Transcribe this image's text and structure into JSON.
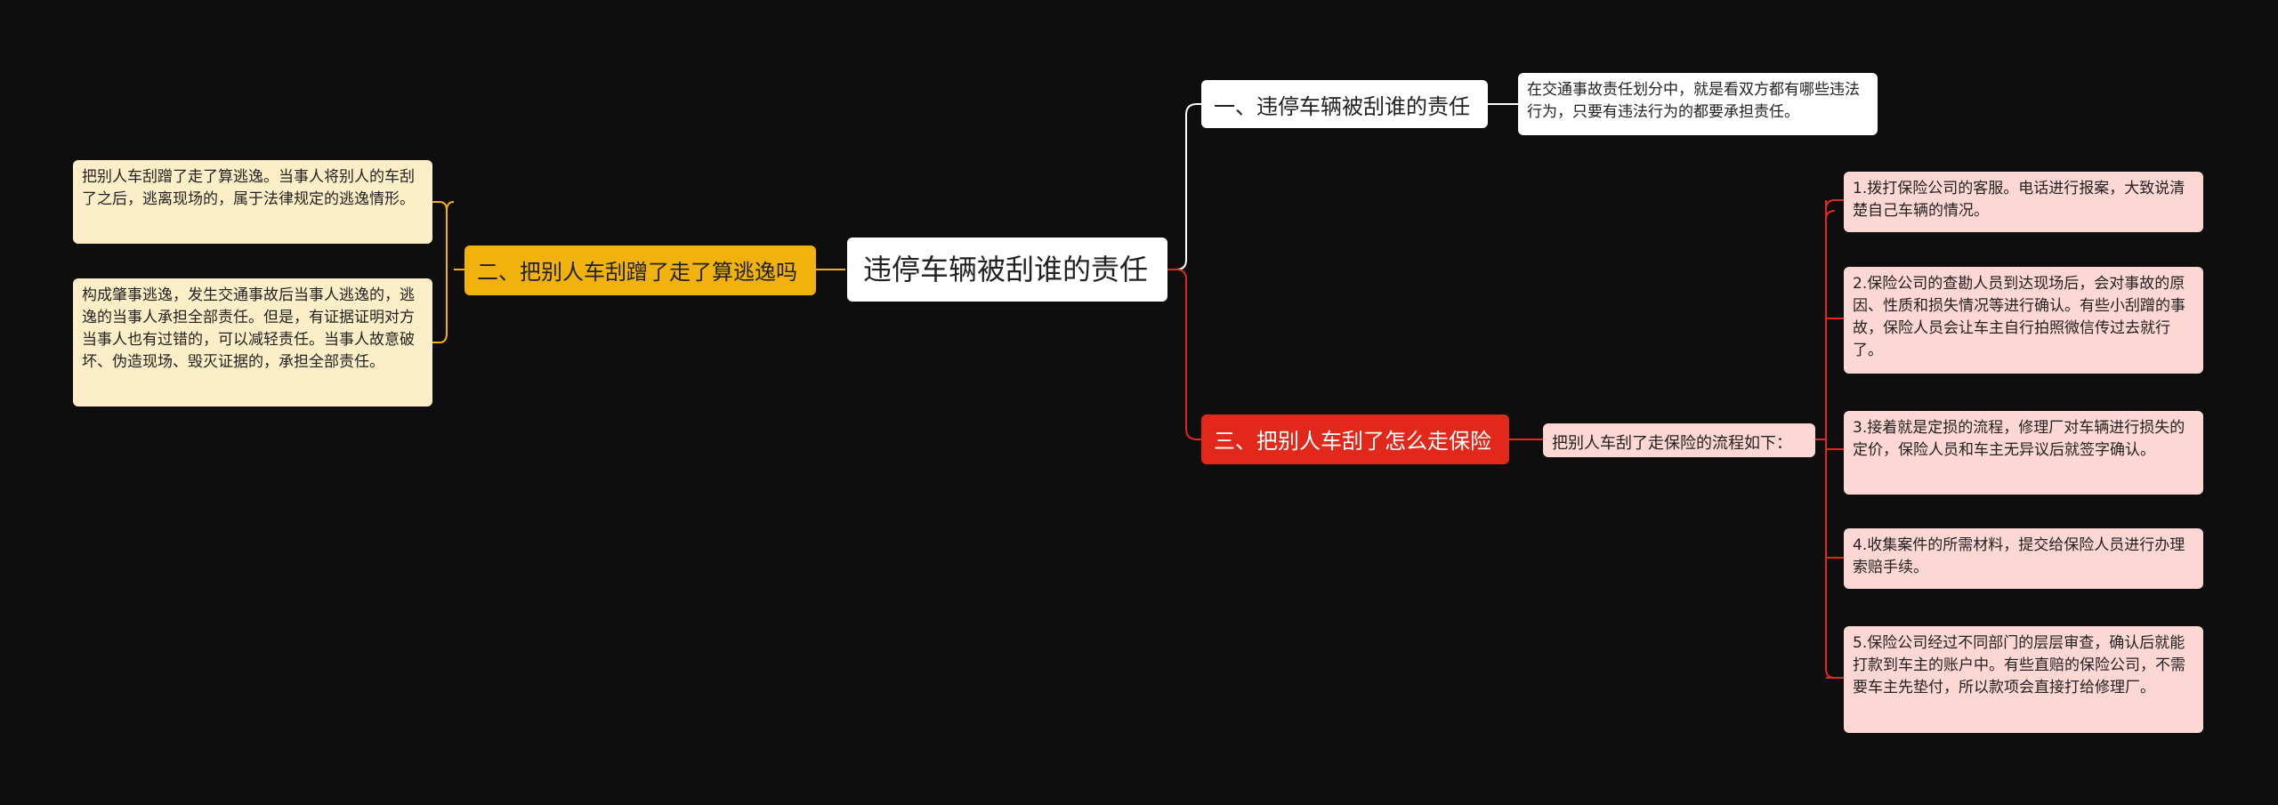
{
  "colors": {
    "background": "#0e0e0e",
    "branch_white": "#ffffff",
    "branch_yellow": "#f1b20e",
    "branch_red": "#e1281b",
    "leaf_yellow": "#fcefc8",
    "leaf_pink": "#fcd7d4",
    "link_white": "#ffffff",
    "link_yellow": "#f1b20e",
    "link_red": "#e1281b"
  },
  "center": {
    "title": "违停车辆被刮谁的责任"
  },
  "branch1": {
    "label": "一、违停车辆被刮谁的责任",
    "detail": "在交通事故责任划分中，就是看双方都有哪些违法行为，只要有违法行为的都要承担责任。"
  },
  "branch2": {
    "label": "二、把别人车刮蹭了走了算逃逸吗",
    "details": [
      "把别人车刮蹭了走了算逃逸。当事人将别人的车刮了之后，逃离现场的，属于法律规定的逃逸情形。",
      "构成肇事逃逸，发生交通事故后当事人逃逸的，逃逸的当事人承担全部责任。但是，有证据证明对方当事人也有过错的，可以减轻责任。当事人故意破坏、伪造现场、毁灭证据的，承担全部责任。"
    ]
  },
  "branch3": {
    "label": "三、把别人车刮了怎么走保险",
    "intro": "把别人车刮了走保险的流程如下：",
    "steps": [
      "1.拨打保险公司的客服。电话进行报案，大致说清楚自己车辆的情况。",
      "2.保险公司的查勘人员到达现场后，会对事故的原因、性质和损失情况等进行确认。有些小刮蹭的事故，保险人员会让车主自行拍照微信传过去就行了。",
      "3.接着就是定损的流程，修理厂对车辆进行损失的定价，保险人员和车主无异议后就签字确认。",
      "4.收集案件的所需材料，提交给保险人员进行办理索赔手续。",
      "5.保险公司经过不同部门的层层审查，确认后就能打款到车主的账户中。有些直赔的保险公司，不需要车主先垫付，所以款项会直接打给修理厂。"
    ]
  }
}
